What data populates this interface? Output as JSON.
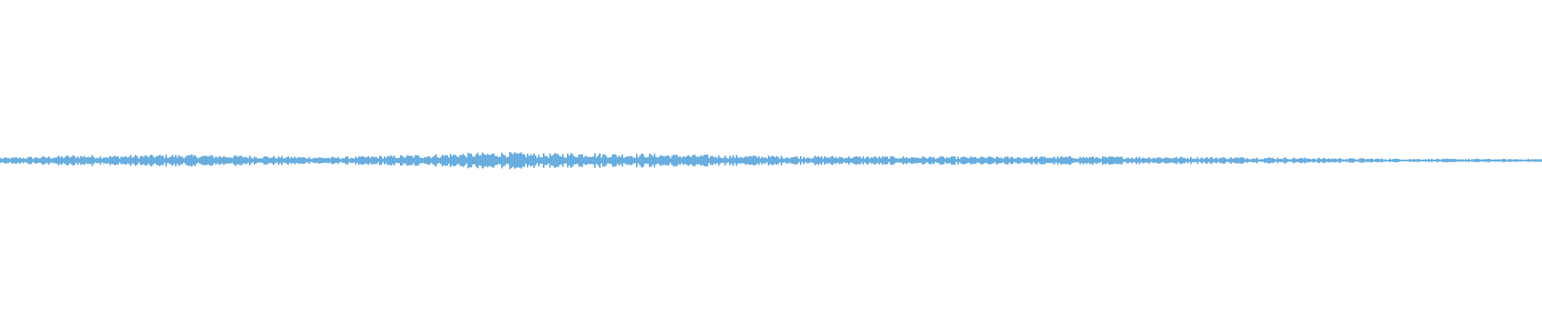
{
  "waveform": {
    "color": "#5aa5dc",
    "background": "#ffffff",
    "bar_count": 960,
    "max_amplitude": 1.0,
    "envelope_points": [
      0.3,
      0.35,
      0.4,
      0.48,
      0.55,
      0.52,
      0.5,
      0.55,
      0.58,
      0.6,
      0.58,
      0.55,
      0.52,
      0.5,
      0.45,
      0.42,
      0.38,
      0.35,
      0.4,
      0.45,
      0.5,
      0.55,
      0.6,
      0.7,
      0.75,
      0.8,
      0.85,
      0.75,
      0.7,
      0.75,
      0.8,
      0.72,
      0.68,
      0.7,
      0.65,
      0.6,
      0.58,
      0.55,
      0.52,
      0.5,
      0.48,
      0.47,
      0.46,
      0.45,
      0.44,
      0.43,
      0.42,
      0.42,
      0.41,
      0.4,
      0.4,
      0.39,
      0.4,
      0.41,
      0.42,
      0.43,
      0.42,
      0.41,
      0.4,
      0.39,
      0.38,
      0.37,
      0.36,
      0.35,
      0.34,
      0.32,
      0.3,
      0.28,
      0.26,
      0.24,
      0.22,
      0.2,
      0.19,
      0.18,
      0.18,
      0.17,
      0.17,
      0.16,
      0.16,
      0.16
    ]
  }
}
